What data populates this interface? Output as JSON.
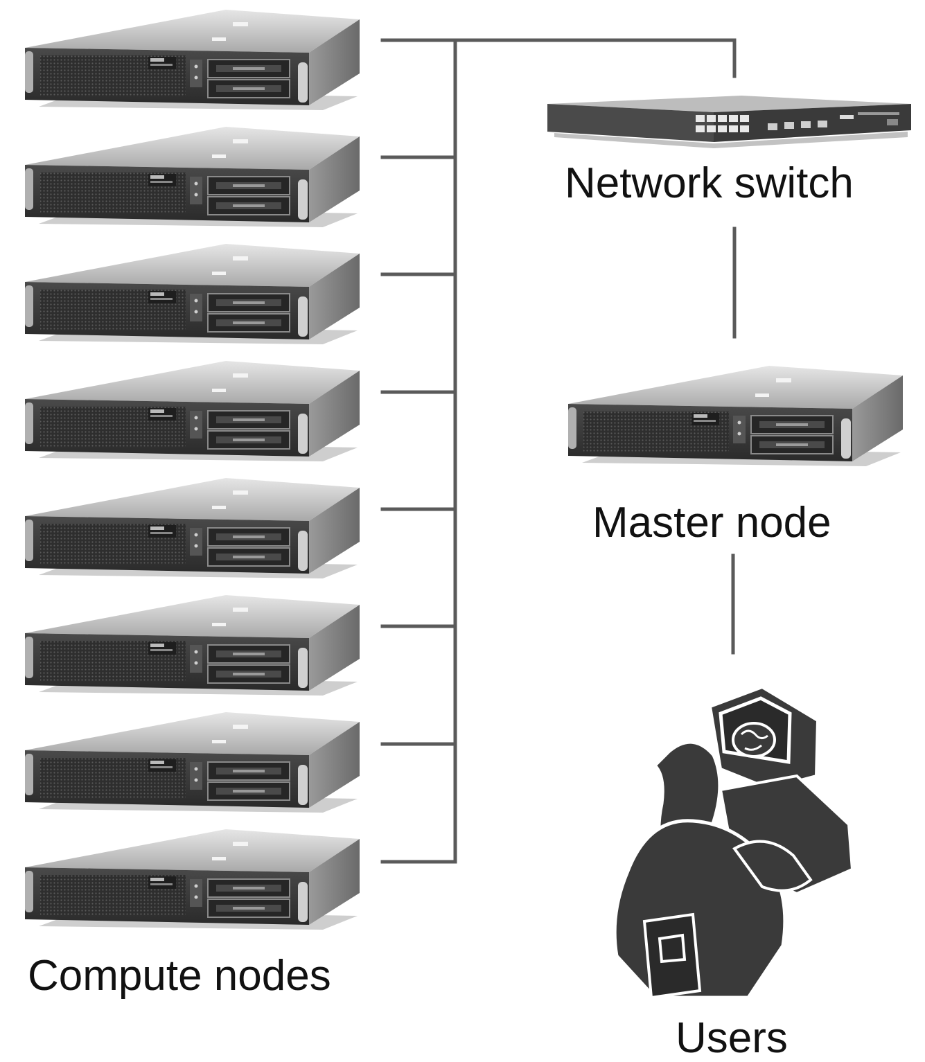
{
  "labels": {
    "compute_nodes": "Compute nodes",
    "network_switch": "Network switch",
    "master_node": "Master node",
    "users": "Users"
  },
  "compute_node_count": 8,
  "switch_port_count": 10,
  "switch_uplink_count": 4,
  "colors": {
    "line": "#5a5a5a",
    "server_face": "#3c3c3c",
    "server_top": "#cfcfcf",
    "server_side": "#8a8a8a",
    "shadow": "#b5b5b5",
    "user_fill": "#3a3a3a",
    "text": "#111111"
  },
  "icons": {
    "compute": "rack-server-icon",
    "switch": "network-switch-icon",
    "master": "rack-server-icon",
    "users": "user-at-computer-icon"
  }
}
